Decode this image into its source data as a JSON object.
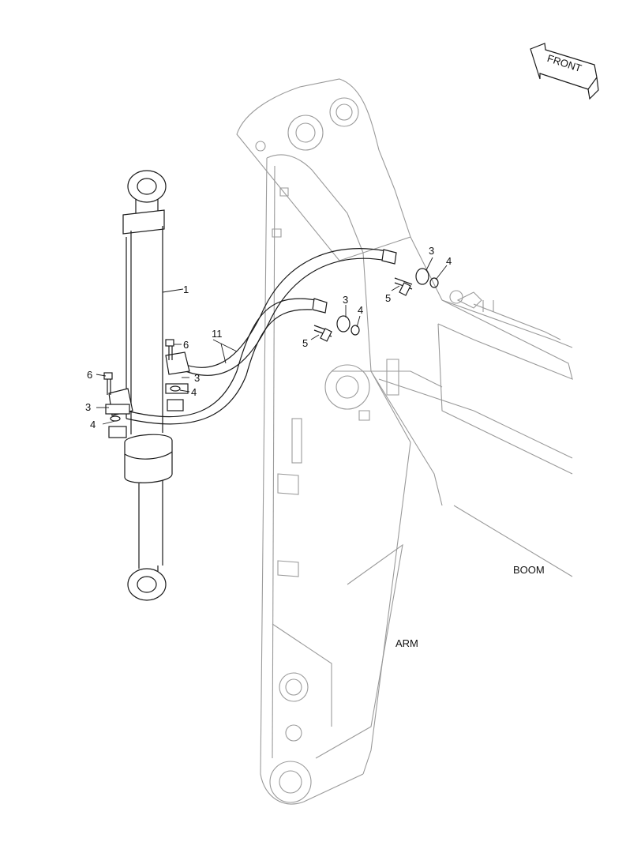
{
  "labels": {
    "front": "FRONT",
    "boom": "BOOM",
    "arm": "ARM",
    "part_1": "1",
    "part_11": "11",
    "part_3a": "3",
    "part_3b": "3",
    "part_3c": "3",
    "part_3d": "3",
    "part_4a": "4",
    "part_4b": "4",
    "part_4c": "4",
    "part_4d": "4",
    "part_5a": "5",
    "part_5b": "5",
    "part_6a": "6",
    "part_6b": "6"
  },
  "colors": {
    "line_dark": "#1a1a1a",
    "line_faint": "#9a9a9a",
    "background": "#ffffff"
  }
}
